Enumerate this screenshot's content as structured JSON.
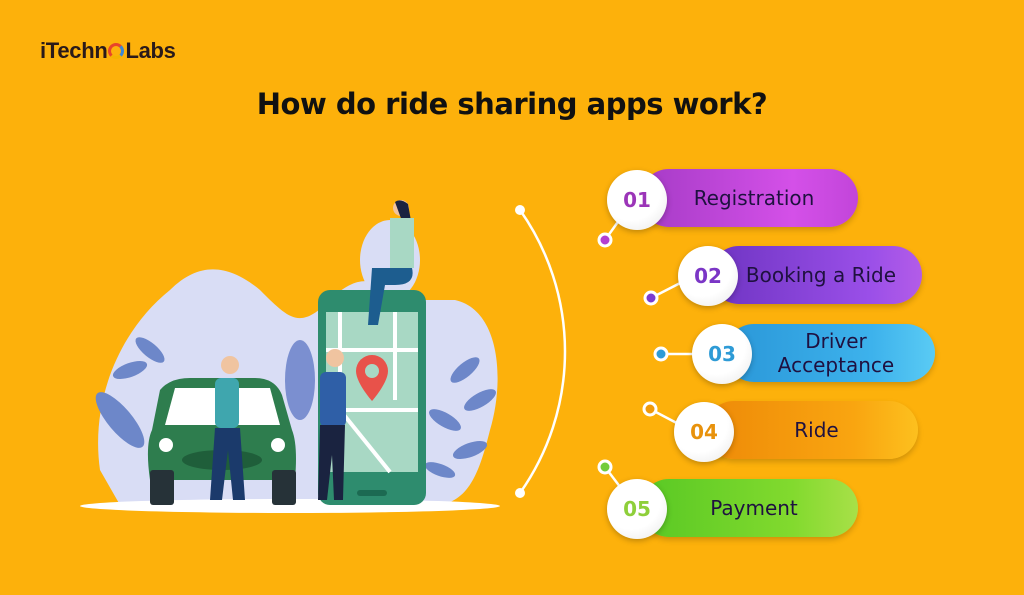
{
  "brand": {
    "logo_prefix": "iTechn",
    "logo_suffix": "Labs"
  },
  "title": "How do ride sharing apps work?",
  "colors": {
    "background": "#FDB10B"
  },
  "steps": [
    {
      "number": "01",
      "label": "Registration",
      "color": "#C14AD8",
      "num_color": "#9B35B8"
    },
    {
      "number": "02",
      "label": "Booking a Ride",
      "color": "#8B46DA",
      "num_color": "#7B36C6"
    },
    {
      "number": "03",
      "label": "Driver Acceptance",
      "color": "#33AEE5",
      "num_color": "#2E9BD6"
    },
    {
      "number": "04",
      "label": "Ride",
      "color": "#F59A0A",
      "num_color": "#E8920C"
    },
    {
      "number": "05",
      "label": "Payment",
      "color": "#6AD528",
      "num_color": "#8ECF3A"
    }
  ],
  "illustration": {
    "description": "people with car and smartphone map"
  }
}
